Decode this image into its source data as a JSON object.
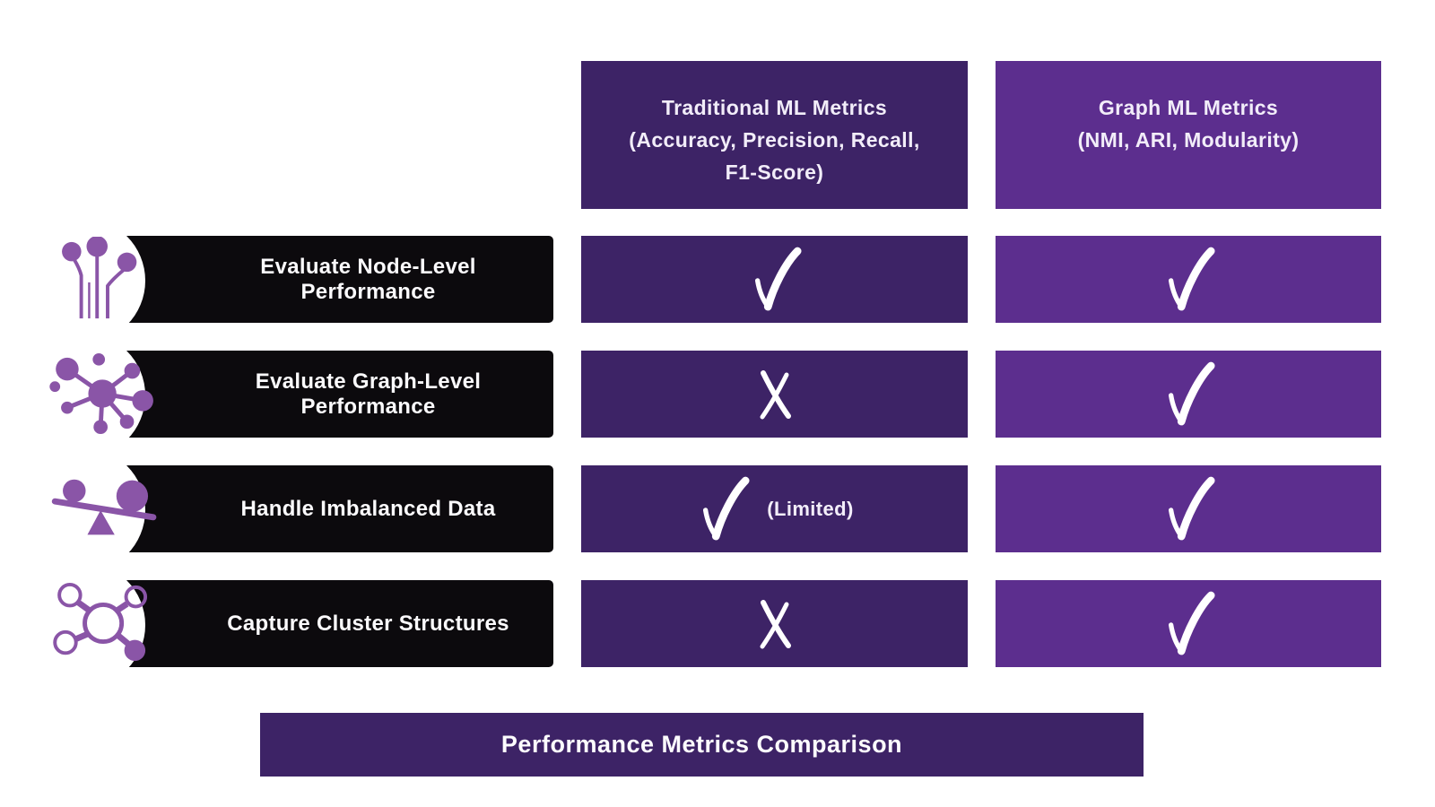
{
  "colors": {
    "dark_purple": "#3d2366",
    "medium_purple": "#5c2e8e",
    "black_bar": "#0c0a0d",
    "icon_purple": "#8a55a7",
    "text_light": "#f2edf9",
    "background": "#ffffff"
  },
  "columns": [
    {
      "id": "traditional",
      "title_lines": [
        "Traditional ML Metrics",
        "(Accuracy, Precision, Recall,",
        "F1-Score)"
      ]
    },
    {
      "id": "graph",
      "title_lines": [
        "Graph ML Metrics",
        "(NMI, ARI, Modularity)"
      ]
    }
  ],
  "rows": [
    {
      "label": "Evaluate Node-Level Performance",
      "icon": "node-level-icon",
      "traditional": {
        "mark": "check"
      },
      "graph": {
        "mark": "check"
      }
    },
    {
      "label": "Evaluate Graph-Level Performance",
      "icon": "graph-network-icon",
      "traditional": {
        "mark": "cross"
      },
      "graph": {
        "mark": "check"
      }
    },
    {
      "label": "Handle Imbalanced Data",
      "icon": "balance-scale-icon",
      "traditional": {
        "mark": "check",
        "note": "(Limited)"
      },
      "graph": {
        "mark": "check"
      }
    },
    {
      "label": "Capture Cluster Structures",
      "icon": "cluster-icon",
      "traditional": {
        "mark": "cross"
      },
      "graph": {
        "mark": "check"
      }
    }
  ],
  "footer": {
    "title": "Performance Metrics Comparison"
  }
}
